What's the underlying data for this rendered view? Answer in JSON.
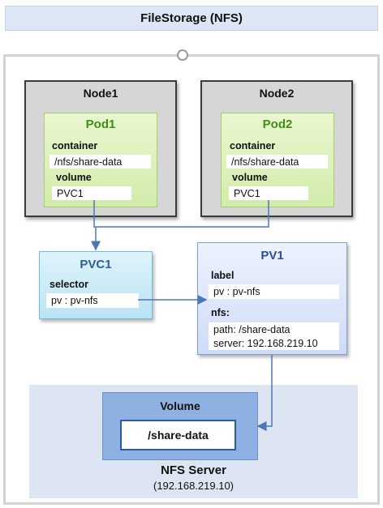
{
  "title": "FileStorage (NFS)",
  "nodes": [
    {
      "name": "Node1",
      "pod": {
        "name": "Pod1",
        "container_label": "container",
        "container_path": "/nfs/share-data",
        "volume_label": "volume",
        "volume_value": "PVC1"
      }
    },
    {
      "name": "Node2",
      "pod": {
        "name": "Pod2",
        "container_label": "container",
        "container_path": "/nfs/share-data",
        "volume_label": "volume",
        "volume_value": "PVC1"
      }
    }
  ],
  "pvc": {
    "name": "PVC1",
    "selector_label": "selector",
    "selector_value": "pv : pv-nfs"
  },
  "pv": {
    "name": "PV1",
    "label_label": "label",
    "label_value": "pv : pv-nfs",
    "nfs_label": "nfs:",
    "path": "path: /share-data",
    "server": "server: 192.168.219.10"
  },
  "volume": {
    "title": "Volume",
    "path": "/share-data"
  },
  "nfs_server": {
    "name": "NFS Server",
    "ip": "(192.168.219.10)"
  },
  "colors": {
    "line": "#4a78b8",
    "pod_title": "#3e8e16",
    "pvc_fill": "#b9e3f2",
    "pv_fill": "#cfdcf7",
    "volume_fill": "#8fb1e1",
    "nfs_area": "#dce5f1"
  }
}
